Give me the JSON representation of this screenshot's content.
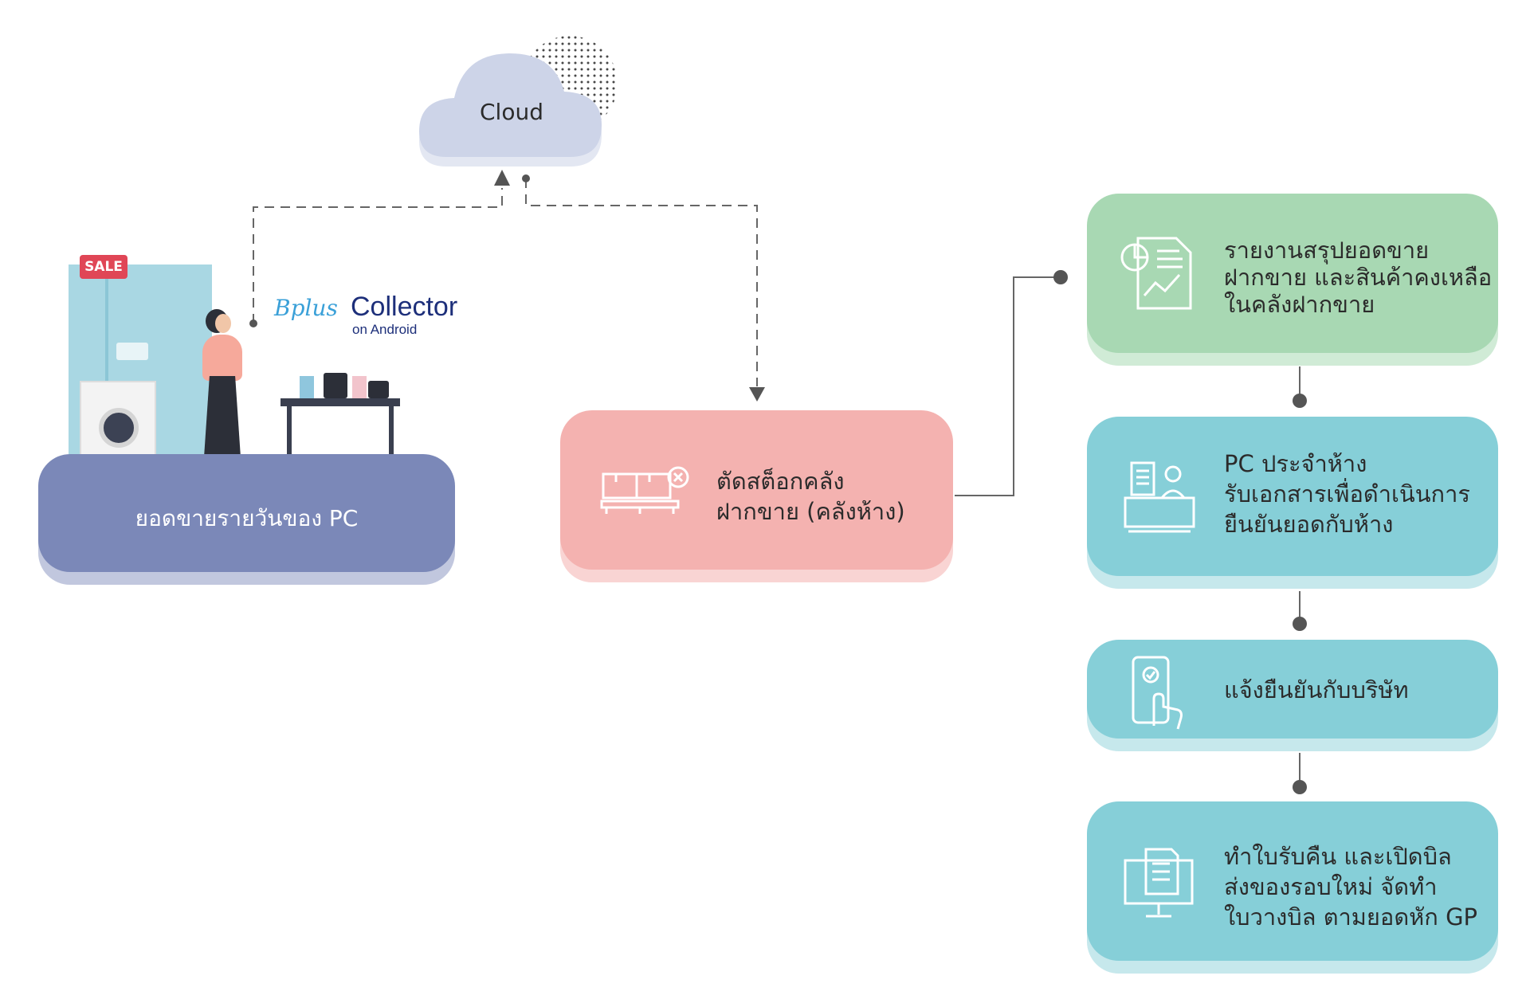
{
  "cloud": {
    "label": "Cloud",
    "color": "#cdd4e8"
  },
  "app": {
    "brand_script": "Bplus",
    "brand_name": "Collector",
    "platform": "on Android"
  },
  "store": {
    "sale_badge": "SALE"
  },
  "pc_sales": {
    "label": "ยอดขายรายวันของ PC",
    "color": "#7b88b8"
  },
  "stock_cut": {
    "line1": "ตัดสต็อกคลัง",
    "line2": "ฝากขาย (คลังห้าง)",
    "color": "#f4b2b0"
  },
  "steps": [
    {
      "line1": "รายงานสรุปยอดขาย",
      "line2": "ฝากขาย และสินค้าคงเหลือ",
      "line3": "ในคลังฝากขาย",
      "icon": "report-chart-icon",
      "color": "#a8d8b3"
    },
    {
      "line1": "PC ประจำห้าง",
      "line2": "รับเอกสารเพื่อดำเนินการ",
      "line3": "ยืนยันยอดกับห้าง",
      "icon": "desk-document-icon",
      "color": "#86cfd8"
    },
    {
      "line1": "แจ้งยืนยันกับบริษัท",
      "icon": "phone-confirm-icon",
      "color": "#86cfd8"
    },
    {
      "line1": "ทำใบรับคืน และเปิดบิล",
      "line2": "ส่งของรอบใหม่ จัดทำ",
      "line3": "ใบวางบิล ตามยอดหัก GP",
      "icon": "monitor-receipt-icon",
      "color": "#86cfd8"
    }
  ]
}
